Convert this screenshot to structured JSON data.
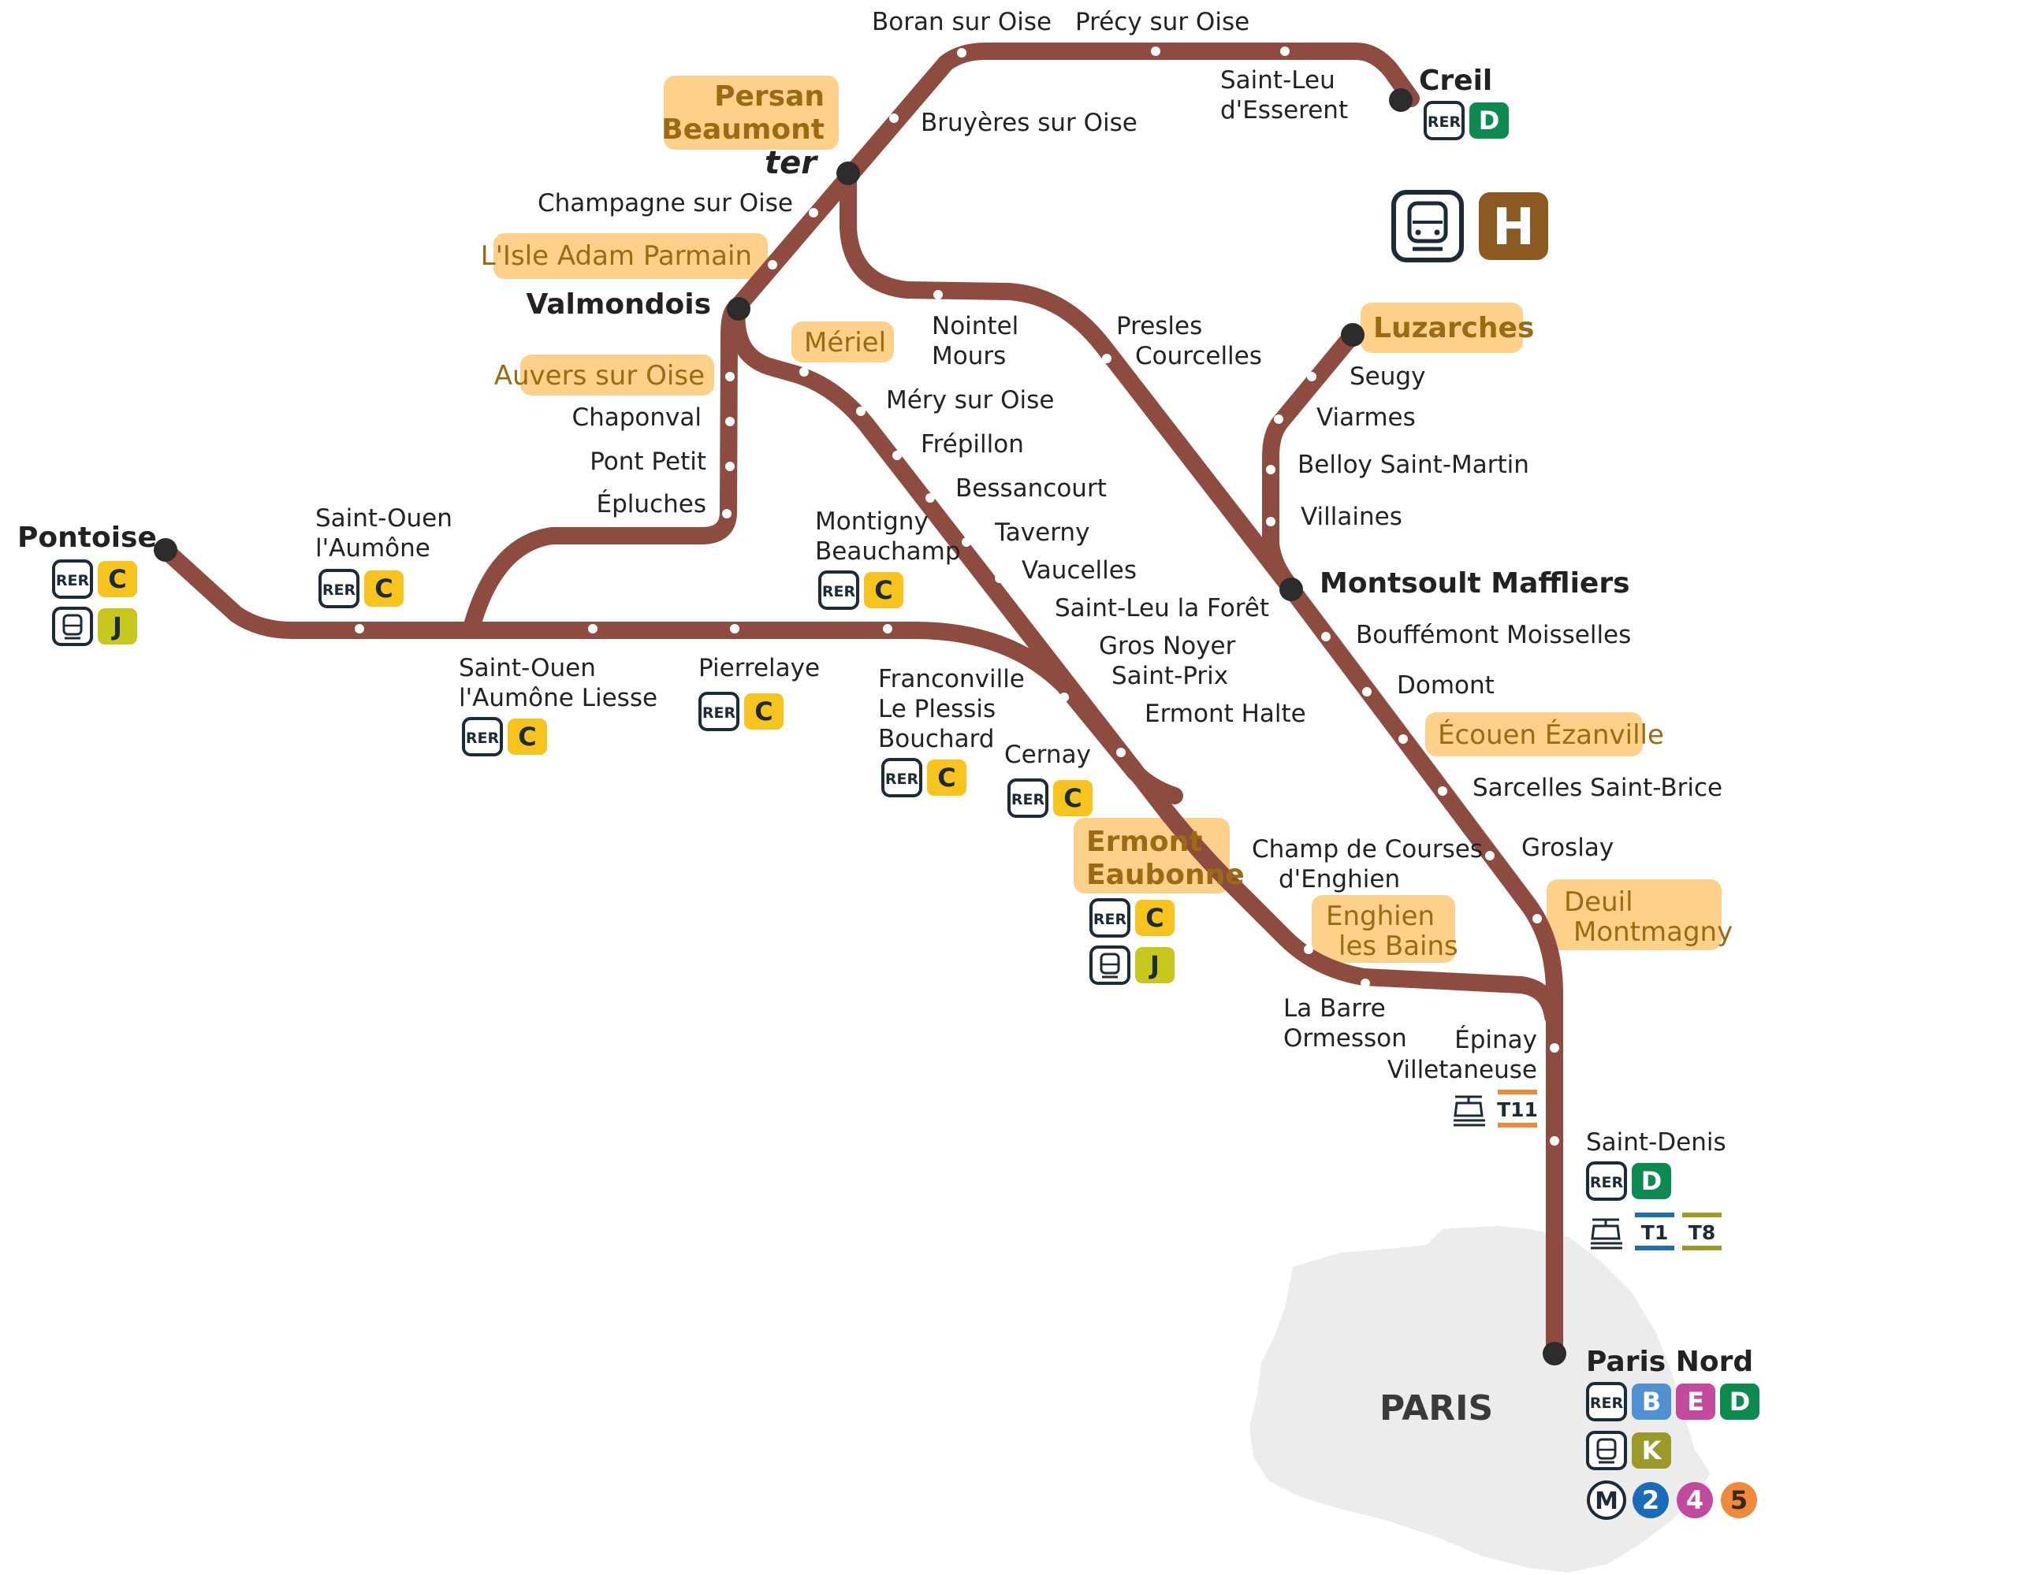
{
  "colors": {
    "line": "#8e4b40",
    "highlight": "#fdd18a",
    "rer_c": "#f7c41d",
    "rer_d": "#0d8a4f",
    "rer_b": "#4f91d1",
    "rer_e": "#c44a9e",
    "train_j": "#c8c71d",
    "train_k": "#9a9a2b",
    "line_h": "#8a5a22",
    "metro_2": "#1a6bb8",
    "metro_4": "#c14a9f",
    "metro_5": "#f08a3a",
    "tram_t1": "#1f6db4",
    "tram_t8": "#9b9b26",
    "tram_t11": "#f08a3a",
    "paris_area": "#ececec"
  },
  "legend": {
    "h_label": "H"
  },
  "paris_label": "PARIS",
  "badges": {
    "rer": "RER",
    "c": "C",
    "d": "D",
    "b": "B",
    "e": "E",
    "j": "J",
    "k": "K",
    "m": "M",
    "m2": "2",
    "m4": "4",
    "m5": "5",
    "t1": "T1",
    "t8": "T8",
    "t11": "T11",
    "ter": "ter"
  },
  "stations": {
    "creil": "Creil",
    "precy": "Précy sur Oise",
    "boran": "Boran sur Oise",
    "saint_leu_esserent_1": "Saint-Leu",
    "saint_leu_esserent_2": "d'Esserent",
    "bruyeres": "Bruyères sur Oise",
    "persan_1": "Persan",
    "persan_2": "Beaumont",
    "champagne": "Champagne sur Oise",
    "isle_adam": "L'Isle Adam  Parmain",
    "valmondois": "Valmondois",
    "auvers": "Auvers sur Oise",
    "chaponval": "Chaponval",
    "pont_petit": "Pont Petit",
    "epluches": "Épluches",
    "pontoise": "Pontoise",
    "saint_ouen_aumone_1": "Saint-Ouen",
    "saint_ouen_aumone_2": "l'Aumône",
    "saint_ouen_liesse_1": "Saint-Ouen",
    "saint_ouen_liesse_2": "l'Aumône Liesse",
    "pierrelaye": "Pierrelaye",
    "montigny_1": "Montigny",
    "montigny_2": "Beauchamp",
    "franconville_1": "Franconville",
    "franconville_2": "Le Plessis",
    "franconville_3": "Bouchard",
    "cernay": "Cernay",
    "meriel": "Mériel",
    "nointel_1": "Nointel",
    "nointel_2": "Mours",
    "mery": "Méry sur Oise",
    "frepillon": "Frépillon",
    "bessancourt": "Bessancourt",
    "taverny": "Taverny",
    "vaucelles": "Vaucelles",
    "saint_leu_foret": "Saint-Leu la Forêt",
    "gros_noyer_1": "Gros Noyer",
    "gros_noyer_2": "Saint-Prix",
    "ermont_halte": "Ermont Halte",
    "ermont_eaubonne_1": "Ermont",
    "ermont_eaubonne_2": "Eaubonne",
    "champ_courses_1": "Champ de Courses",
    "champ_courses_2": "d'Enghien",
    "enghien_1": "Enghien",
    "enghien_2": "les Bains",
    "la_barre_1": "La Barre",
    "la_barre_2": "Ormesson",
    "epinay_1": "Épinay",
    "epinay_2": "Villetaneuse",
    "saint_denis": "Saint-Denis",
    "paris_nord": "Paris Nord",
    "presles_1": "Presles",
    "presles_2": "Courcelles",
    "luzarches": "Luzarches",
    "seugy": "Seugy",
    "viarmes": "Viarmes",
    "belloy": "Belloy Saint-Martin",
    "villaines": "Villaines",
    "montsoult": "Montsoult Maffliers",
    "bouffemont": "Bouffémont Moisselles",
    "domont": "Domont",
    "ecouen": "Écouen Ézanville",
    "sarcelles": "Sarcelles Saint-Brice",
    "groslay": "Groslay",
    "deuil_1": "Deuil",
    "deuil_2": "Montmagny"
  }
}
